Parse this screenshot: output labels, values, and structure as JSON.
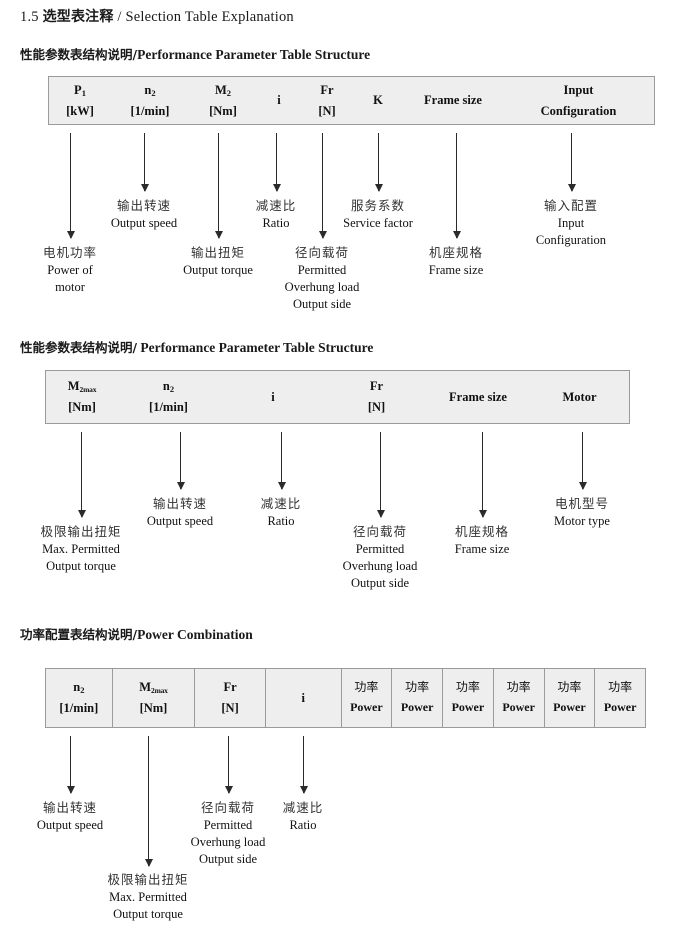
{
  "document": {
    "title_number": "1.5",
    "title_cn": "选型表注释",
    "title_sep": "/",
    "title_en": "Selection Table Explanation"
  },
  "sections": [
    {
      "id": "performance-parameter-1",
      "heading_cn": "性能参数表结构说明",
      "heading_sep": "/",
      "heading_en": "Performance Parameter Table Structure",
      "table": {
        "columns": [
          {
            "line1": "P",
            "sub1": "1",
            "line2": "[kW]"
          },
          {
            "line1": "n",
            "sub1": "2",
            "line2": "[1/min]"
          },
          {
            "line1": "M",
            "sub1": "2",
            "line2": "[Nm]"
          },
          {
            "line1": "i",
            "sub1": "",
            "line2": ""
          },
          {
            "line1": "Fr",
            "sub1": "",
            "line2": "[N]"
          },
          {
            "line1": "K",
            "sub1": "",
            "line2": ""
          },
          {
            "line1": "Frame size",
            "sub1": "",
            "line2": ""
          },
          {
            "line1": "Input",
            "sub1": "",
            "line2": "Configuration"
          }
        ]
      },
      "annotations": [
        {
          "cn": "电机功率",
          "en1": "Power of",
          "en2": "motor",
          "en3": ""
        },
        {
          "cn": "输出转速",
          "en1": "Output speed",
          "en2": "",
          "en3": ""
        },
        {
          "cn": "输出扭矩",
          "en1": "Output torque",
          "en2": "",
          "en3": ""
        },
        {
          "cn": "减速比",
          "en1": "Ratio",
          "en2": "",
          "en3": ""
        },
        {
          "cn": "径向载荷",
          "en1": "Permitted",
          "en2": "Overhung load",
          "en3": "Output side"
        },
        {
          "cn": "服务系数",
          "en1": "Service factor",
          "en2": "",
          "en3": ""
        },
        {
          "cn": "机座规格",
          "en1": "Frame size",
          "en2": "",
          "en3": ""
        },
        {
          "cn": "输入配置",
          "en1": "Input",
          "en2": "Configuration",
          "en3": ""
        }
      ]
    },
    {
      "id": "performance-parameter-2",
      "heading_cn": "性能参数表结构说明",
      "heading_sep": "/",
      "heading_en": "Performance Parameter Table Structure",
      "table": {
        "columns": [
          {
            "line1": "M",
            "sub1": "2max",
            "line2": "[Nm]"
          },
          {
            "line1": "n",
            "sub1": "2",
            "line2": "[1/min]"
          },
          {
            "line1": "i",
            "sub1": "",
            "line2": ""
          },
          {
            "line1": "Fr",
            "sub1": "",
            "line2": "[N]"
          },
          {
            "line1": "Frame size",
            "sub1": "",
            "line2": ""
          },
          {
            "line1": "Motor",
            "sub1": "",
            "line2": ""
          }
        ]
      },
      "annotations": [
        {
          "cn": "极限输出扭矩",
          "en1": "Max. Permitted",
          "en2": "Output  torque",
          "en3": ""
        },
        {
          "cn": "输出转速",
          "en1": "Output speed",
          "en2": "",
          "en3": ""
        },
        {
          "cn": "减速比",
          "en1": "Ratio",
          "en2": "",
          "en3": ""
        },
        {
          "cn": "径向载荷",
          "en1": "Permitted",
          "en2": "Overhung load",
          "en3": "Output side"
        },
        {
          "cn": "机座规格",
          "en1": "Frame size",
          "en2": "",
          "en3": ""
        },
        {
          "cn": "电机型号",
          "en1": "Motor type",
          "en2": "",
          "en3": ""
        }
      ]
    },
    {
      "id": "power-combination",
      "heading_cn": "功率配置表结构说明",
      "heading_sep": "/",
      "heading_en": "Power Combination",
      "table": {
        "columns": [
          {
            "line1": "n",
            "sub1": "2",
            "line2": "[1/min]"
          },
          {
            "line1": "M",
            "sub1": "2max",
            "line2": "[Nm]"
          },
          {
            "line1": "Fr",
            "sub1": "",
            "line2": "[N]"
          },
          {
            "line1": "i",
            "sub1": "",
            "line2": ""
          },
          {
            "line1": "功率",
            "sub1": "",
            "line2": "Power"
          },
          {
            "line1": "功率",
            "sub1": "",
            "line2": "Power"
          },
          {
            "line1": "功率",
            "sub1": "",
            "line2": "Power"
          },
          {
            "line1": "功率",
            "sub1": "",
            "line2": "Power"
          },
          {
            "line1": "功率",
            "sub1": "",
            "line2": "Power"
          },
          {
            "line1": "功率",
            "sub1": "",
            "line2": "Power"
          }
        ]
      },
      "annotations": [
        {
          "cn": "输出转速",
          "en1": "Output speed",
          "en2": "",
          "en3": ""
        },
        {
          "cn": "极限输出扭矩",
          "en1": "Max. Permitted",
          "en2": "Output  torque",
          "en3": ""
        },
        {
          "cn": "径向载荷",
          "en1": "Permitted",
          "en2": "Overhung load",
          "en3": "Output side"
        },
        {
          "cn": "减速比",
          "en1": "Ratio",
          "en2": "",
          "en3": ""
        }
      ]
    }
  ],
  "colors": {
    "table_fill": "#eeeeee",
    "table_border": "#9a9a9a",
    "arrow": "#2b2b2b",
    "text": "#111111",
    "page_bg": "#ffffff"
  }
}
